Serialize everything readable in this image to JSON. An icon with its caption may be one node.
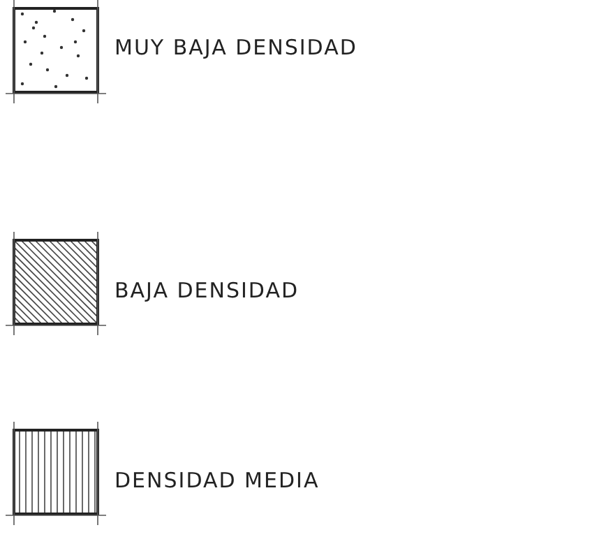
{
  "diagram": {
    "legend": [
      {
        "text": "MUY BAJA DENSIDAD"
      },
      {
        "text": "BAJA DENSIDAD"
      },
      {
        "text": "DENSIDAD MEDIA"
      }
    ]
  }
}
